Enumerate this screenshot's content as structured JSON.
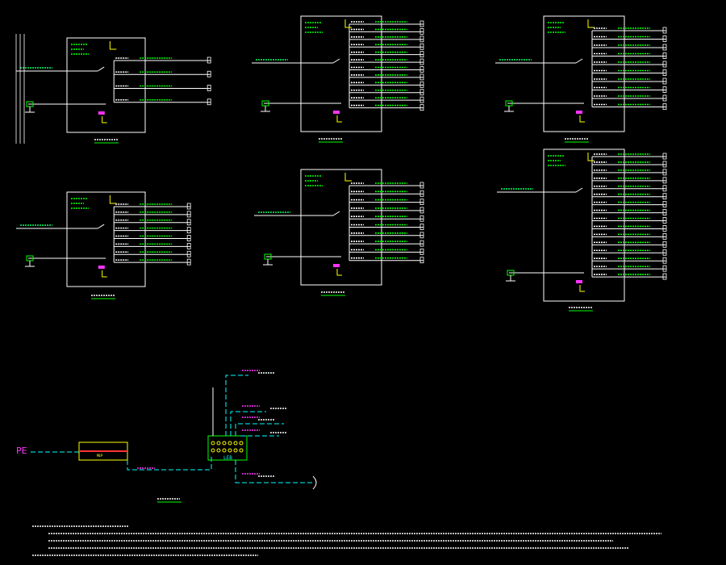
{
  "drawing": {
    "background": "#000000",
    "colors": {
      "frame": "#ffffff",
      "line": "#ffffff",
      "breaker": "#00ff00",
      "busbar_tag": "#ffff00",
      "pe_line": "#00ffff",
      "magenta": "#ff33ff",
      "red": "#ff3333",
      "cable_text": "#00ff66"
    }
  },
  "panels": [
    {
      "id": "p1",
      "circuits": 4,
      "feeder_from_left": true
    },
    {
      "id": "p2",
      "circuits": 12,
      "feeder_from_left": true
    },
    {
      "id": "p3",
      "circuits": 10,
      "feeder_from_left": true
    },
    {
      "id": "p4",
      "circuits": 8,
      "feeder_from_left": true
    },
    {
      "id": "p5",
      "circuits": 10,
      "feeder_from_left": true
    },
    {
      "id": "p6",
      "circuits": 16,
      "feeder_from_left": true
    }
  ],
  "grounding": {
    "pe_label": "PE",
    "leb_label": "LEB",
    "mep_label": "MEP",
    "terminals": 6
  }
}
